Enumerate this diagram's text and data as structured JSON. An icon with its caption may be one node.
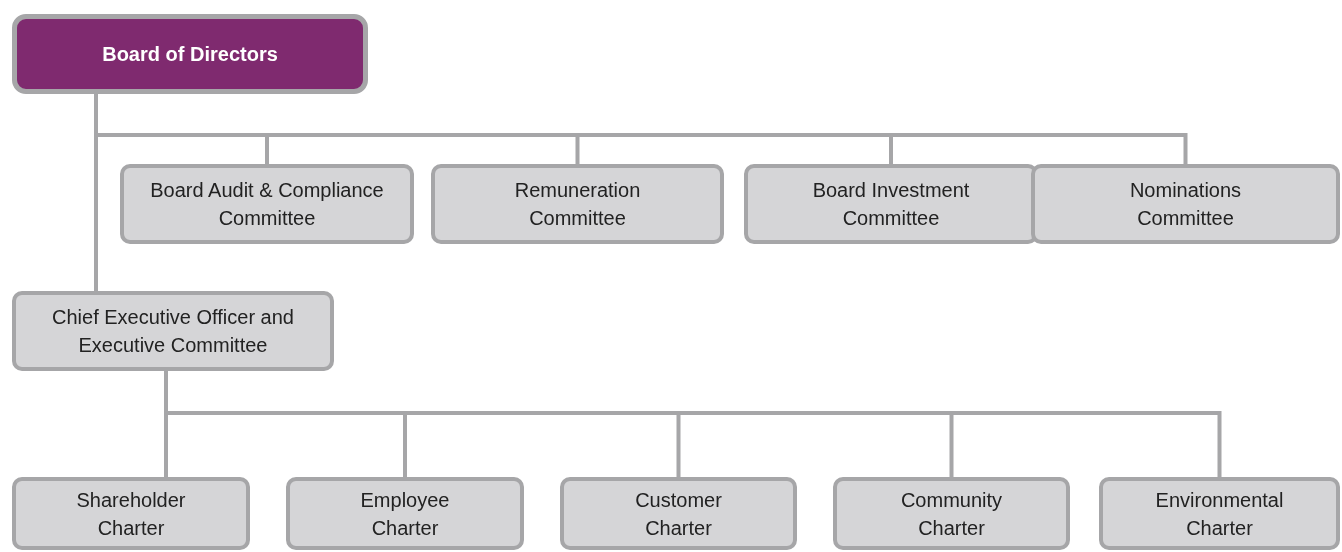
{
  "diagram": {
    "nodes": [
      {
        "text": [
          "Board of Directors"
        ]
      },
      {
        "text": [
          "Board Audit & Compliance Committee"
        ]
      },
      {
        "text": [
          "Remuneration Committee"
        ]
      },
      {
        "text": [
          "Board Investment Committee"
        ]
      },
      {
        "text": [
          "Nominations Committee"
        ]
      },
      {
        "text": [
          "Chief Executive Officer and Executive Committee"
        ]
      },
      {
        "text": [
          "Shareholder Charter"
        ]
      },
      {
        "text": [
          "Employee Charter"
        ]
      },
      {
        "text": [
          "Customer Charter"
        ]
      },
      {
        "text": [
          "Community Charter"
        ]
      },
      {
        "text": [
          "Environmental Charter"
        ]
      }
    ],
    "edges": [
      {
        "from": 0,
        "to": 1,
        "arrow": "none"
      },
      {
        "from": 0,
        "to": 2,
        "arrow": "none"
      },
      {
        "from": 0,
        "to": 3,
        "arrow": "none"
      },
      {
        "from": 0,
        "to": 4,
        "arrow": "none"
      },
      {
        "from": 0,
        "to": 5,
        "arrow": "none"
      },
      {
        "from": 5,
        "to": 6,
        "arrow": "none"
      },
      {
        "from": 5,
        "to": 7,
        "arrow": "none"
      },
      {
        "from": 5,
        "to": 8,
        "arrow": "none"
      },
      {
        "from": 5,
        "to": 9,
        "arrow": "none"
      },
      {
        "from": 5,
        "to": 10,
        "arrow": "none"
      }
    ]
  }
}
